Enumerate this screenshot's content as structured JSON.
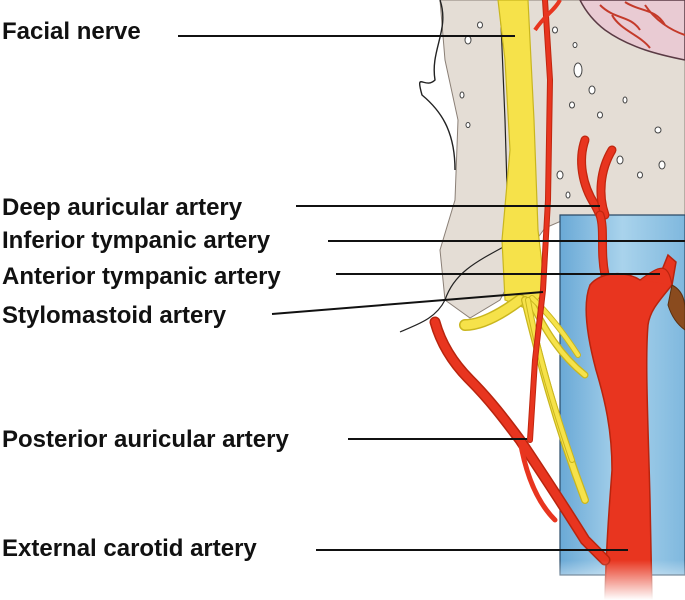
{
  "labels": {
    "facial_nerve": "Facial nerve",
    "deep_auricular_artery": "Deep auricular artery",
    "inferior_tympanic_artery": "Inferior tympanic artery",
    "anterior_tympanic_artery": "Anterior tympanic artery",
    "stylomastoid_artery": "Stylomastoid artery",
    "posterior_auricular_artery": "Posterior auricular artery",
    "external_carotid_artery": "External carotid artery"
  },
  "colors": {
    "artery": "#e8351f",
    "artery_dark": "#c0260f",
    "nerve": "#f6e24a",
    "nerve_outline": "#c9b61e",
    "bone": "#e4ddd5",
    "brain": "#e9cbd3",
    "vessel_sheath": "#8ec2e0",
    "leader_line": "#111111"
  }
}
